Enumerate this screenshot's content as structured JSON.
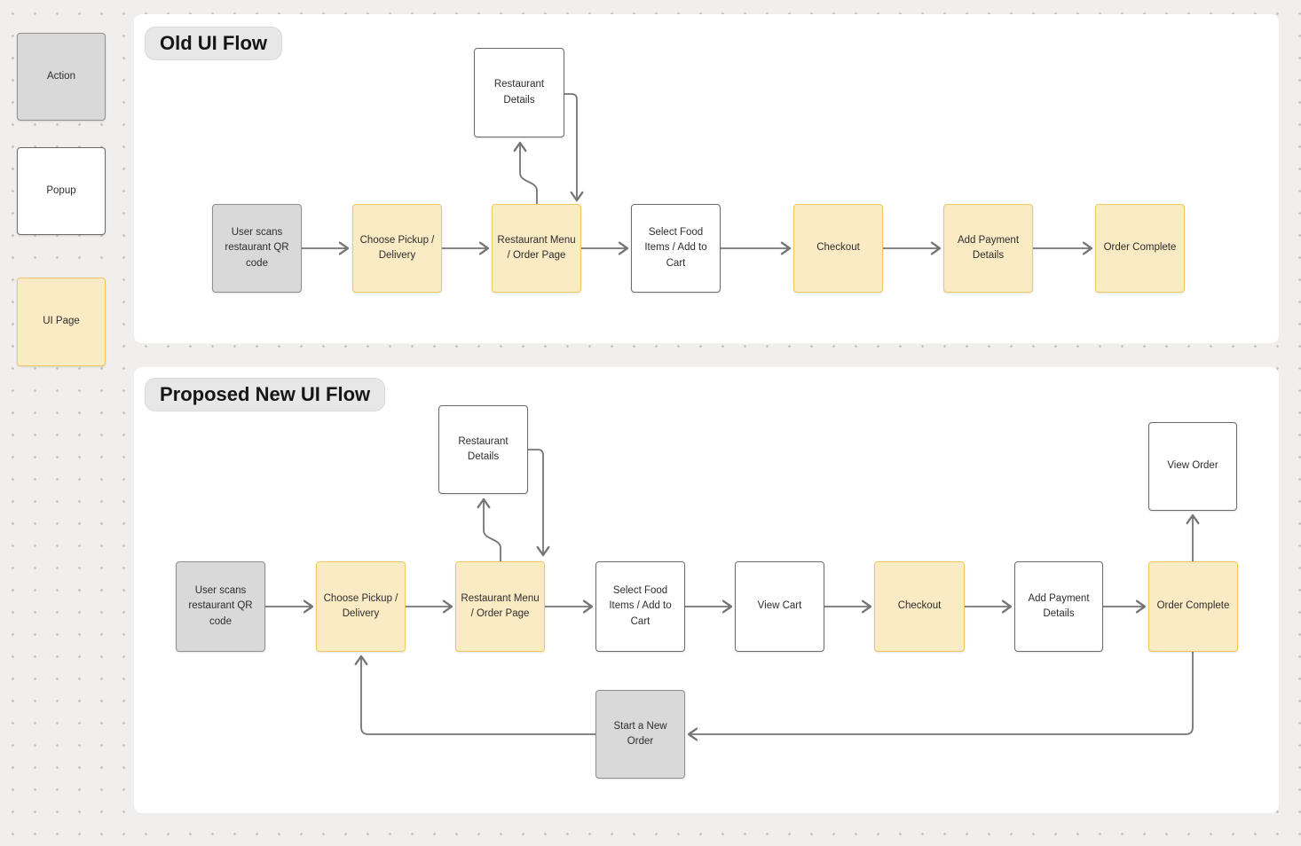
{
  "legend": {
    "action_label": "Action",
    "popup_label": "Popup",
    "ui_page_label": "UI Page"
  },
  "old_flow": {
    "title": "Old UI Flow",
    "nodes": {
      "user_scans": "User scans restaurant QR code",
      "choose_pickup": "Choose Pickup / Delivery",
      "restaurant_menu": "Restaurant Menu / Order Page",
      "restaurant_details": "Restaurant Details",
      "select_food": "Select Food Items / Add to Cart",
      "checkout": "Checkout",
      "add_payment": "Add Payment Details",
      "order_complete": "Order Complete"
    }
  },
  "new_flow": {
    "title": "Proposed New UI Flow",
    "nodes": {
      "user_scans": "User scans restaurant QR code",
      "choose_pickup": "Choose Pickup / Delivery",
      "restaurant_menu": "Restaurant Menu / Order Page",
      "restaurant_details": "Restaurant Details",
      "select_food": "Select Food Items / Add to Cart",
      "view_cart": "View Cart",
      "checkout": "Checkout",
      "add_payment": "Add Payment Details",
      "order_complete": "Order Complete",
      "view_order": "View Order",
      "start_new_order": "Start a New Order"
    }
  },
  "colors": {
    "action_fill": "#D9D9D9",
    "action_border": "#8F8F8F",
    "popup_fill": "#FFFFFF",
    "popup_border": "#6B6B6B",
    "ui_page_fill": "#FAEBC4",
    "ui_page_border": "#F0C860",
    "arrow": "#757575",
    "canvas_bg": "#F0EFEE",
    "panel_bg": "#FFFFFF",
    "title_pill_bg": "#E7E7E7"
  }
}
